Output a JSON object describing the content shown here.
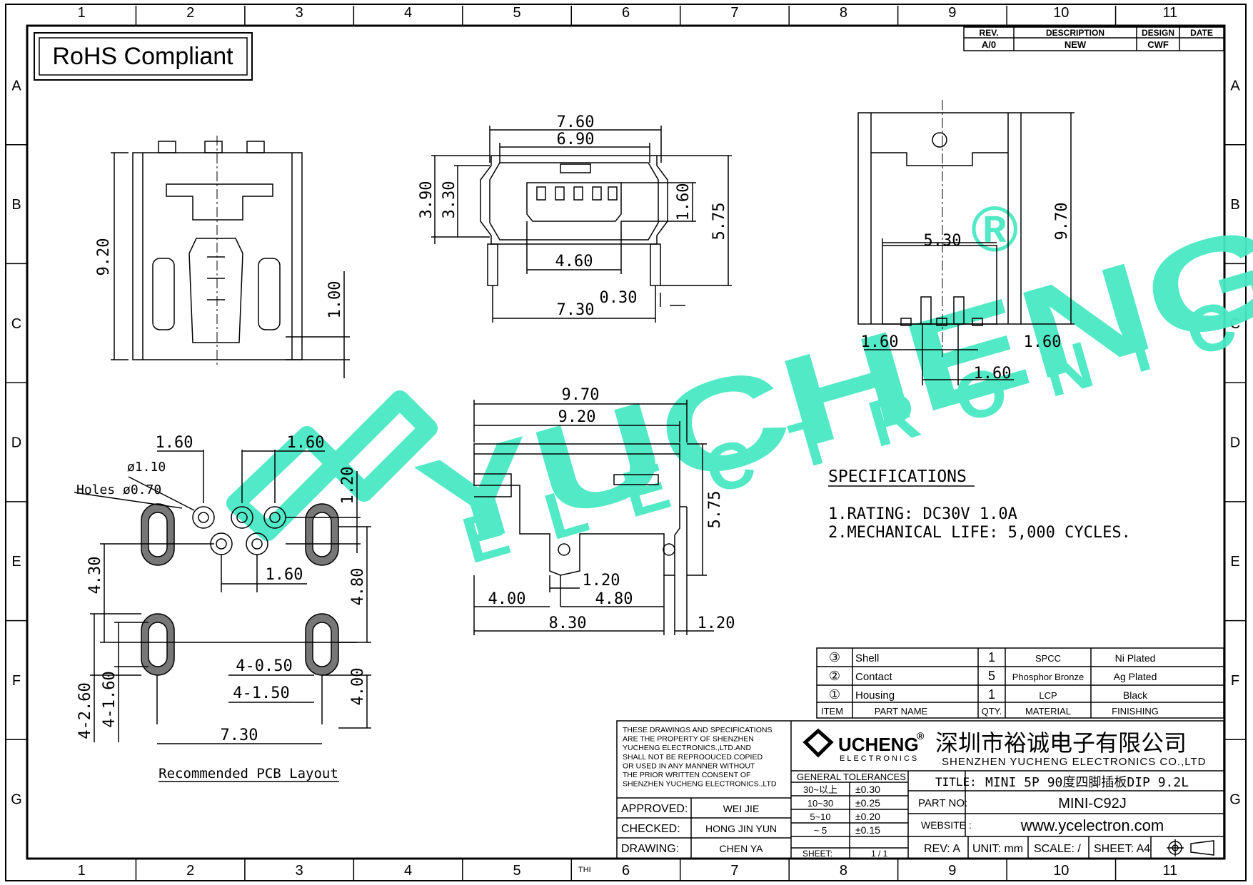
{
  "frame": {
    "col_labels": [
      "1",
      "2",
      "3",
      "4",
      "5",
      "6",
      "7",
      "8",
      "9",
      "10",
      "11"
    ],
    "row_labels": [
      "A",
      "B",
      "C",
      "D",
      "E",
      "F",
      "G"
    ],
    "bottom_extra": "THI"
  },
  "rohs": "RoHS Compliant",
  "revision": {
    "headers": [
      "REV.",
      "DESCRIPTION",
      "DESIGN",
      "DATE"
    ],
    "row": [
      "A/0",
      "NEW",
      "CWF",
      ""
    ]
  },
  "watermark": {
    "brand": "YUCHENG",
    "sub": "ELECTRONICS",
    "reg": "®",
    "color": "#48e8c4"
  },
  "dims": {
    "front_width_outer": "7.60",
    "front_width_inner": "6.90",
    "front_h1": "3.90",
    "front_h2": "3.30",
    "front_pin_h": "1.60",
    "front_total_h": "5.75",
    "front_pin_span": "4.60",
    "front_leg_span": "7.30",
    "front_leg_t": "0.30",
    "top_len": "9.20",
    "top_pin": "1.00",
    "side_total": "9.70",
    "side_w": "5.30",
    "side_p1": "1.60",
    "side_p2": "1.60",
    "side_p3": "1.60",
    "side2_outer": "9.70",
    "side2_inner": "9.20",
    "side2_h": "5.75",
    "side2_a": "4.00",
    "side2_b": "1.20",
    "side2_c": "4.80",
    "side2_d": "8.30",
    "side2_e": "1.20",
    "pcb_p1": "1.60",
    "pcb_p2": "1.60",
    "pcb_pad": "ø1.10",
    "pcb_holes": "Holes ø0.70",
    "pcb_h1": "1.20",
    "pcb_p3": "1.60",
    "pcb_v1": "4.30",
    "pcb_v2": "4.80",
    "pcb_slot_w": "4-0.50",
    "pcb_slot_o": "4-1.50",
    "pcb_v3": "4.00",
    "pcb_sl_a": "4-2.60",
    "pcb_sl_b": "4-1.60",
    "pcb_span": "7.30",
    "pcb_title": "Recommended PCB Layout"
  },
  "specs": {
    "title": "SPECIFICATIONS",
    "lines": [
      "1.RATING: DC30V 1.0A",
      "2.MECHANICAL LIFE: 5,000 CYCLES."
    ]
  },
  "bom": {
    "rows": [
      {
        "no": "③",
        "name": "Shell",
        "qty": "1",
        "mat": "SPCC",
        "fin": "Ni Plated"
      },
      {
        "no": "②",
        "name": "Contact",
        "qty": "5",
        "mat": "Phosphor Bronze",
        "fin": "Ag Plated"
      },
      {
        "no": "①",
        "name": "Housing",
        "qty": "1",
        "mat": "LCP",
        "fin": "Black"
      }
    ],
    "header": {
      "item": "ITEM",
      "name": "PART NAME",
      "qty": "QTY.",
      "mat": "MATERIAL",
      "fin": "FINISHING"
    }
  },
  "titleblock": {
    "notice": [
      "THESE DRAWINGS AND SPECIFICATIONS",
      "ARE THE PROPERTY OF SHENZHEN",
      "YUCHENG ELECTRONICS.,LTD.AND",
      "SHALL NOT BE REPROOUCED.COPIED",
      "OR USED IN ANY MANNER WITHOUT",
      "THE PRIOR WRITTEN CONSENT OF",
      "SHENZHEN YUCHENG ELECTRONICS.,LTD"
    ],
    "logo_main": "UCHENG",
    "logo_sub": "ELECTRONICS",
    "logo_reg": "®",
    "company_cn": "深圳市裕诚电子有限公司",
    "company_en": "SHENZHEN YUCHENG ELECTRONICS CO.,LTD",
    "tol_title": "GENERAL TOLERANCES",
    "tol": [
      [
        "30~以上",
        "±0.30"
      ],
      [
        "10~30",
        "±0.25"
      ],
      [
        "5~10",
        "±0.20"
      ],
      [
        "~ 5",
        "±0.15"
      ]
    ],
    "approved_l": "APPROVED:",
    "approved_v": "WEI JIE",
    "checked_l": "CHECKED:",
    "checked_v": "HONG JIN YUN",
    "drawing_l": "DRAWING:",
    "drawing_v": "CHEN YA",
    "sheet_l": "SHEET:",
    "sheet_v": "1 / 1",
    "title_l": "TITLE:",
    "title_v": "MINI 5P 90度四脚插板DIP 9.2L",
    "part_l": "PART NO:",
    "part_v": "MINI-C92J",
    "web_l": "WEBSITE :",
    "web_v": "www.ycelectron.com",
    "rev": "REV: A",
    "unit": "UNIT: mm",
    "scale": "SCALE: /",
    "sheetsize": "SHEET: A4"
  }
}
